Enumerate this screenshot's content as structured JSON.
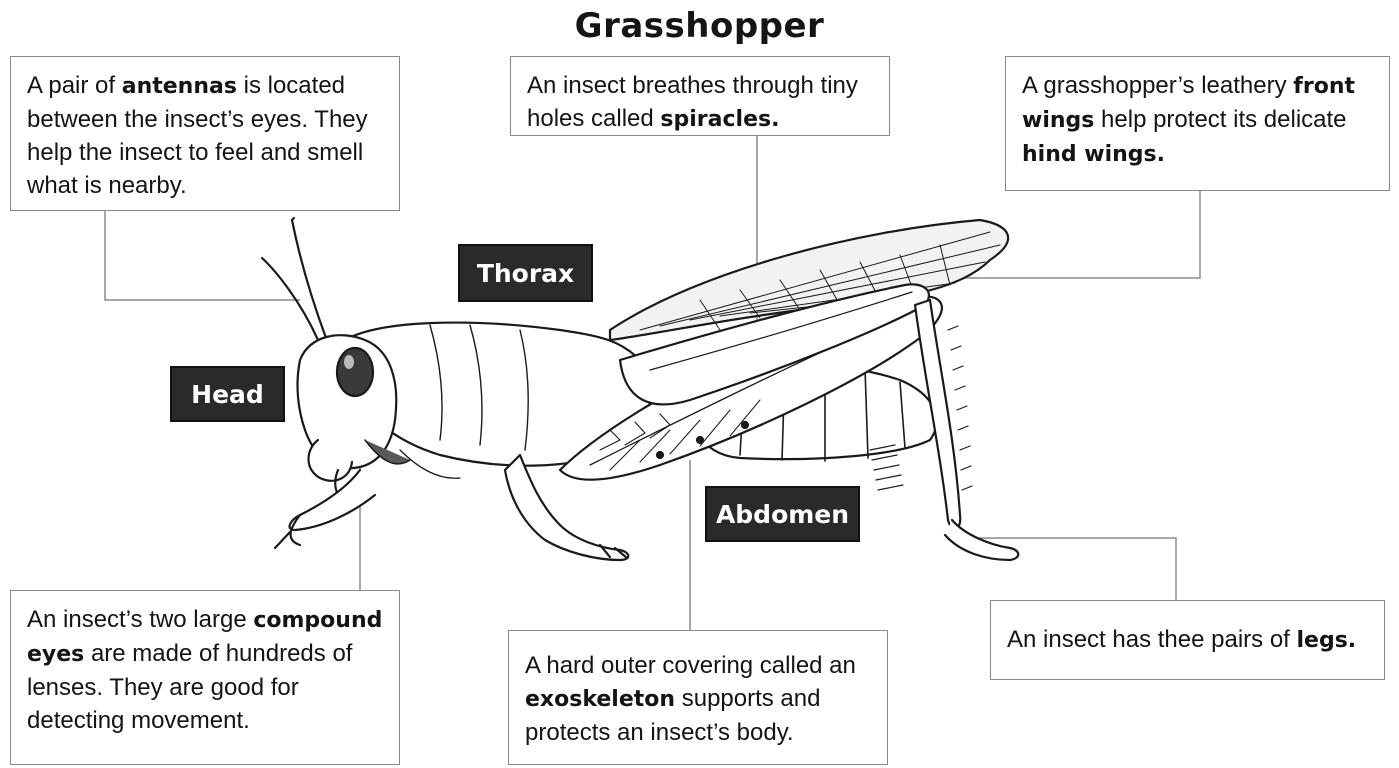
{
  "title": "Grasshopper",
  "labels": {
    "head": "Head",
    "thorax": "Thorax",
    "abdomen": "Abdomen"
  },
  "callouts": {
    "antennas": {
      "pre": "A pair of ",
      "key": "antennas",
      "post": " is located between the insect’s eyes. They help the insect to feel and smell what is nearby."
    },
    "spiracles": {
      "pre": "An insect breathes through tiny holes called ",
      "key": "spiracles.",
      "post": ""
    },
    "wings": {
      "pre": "A grasshopper’s leathery ",
      "key": "front wings",
      "mid": " help protect its delicate ",
      "key2": "hind wings.",
      "post": ""
    },
    "eyes": {
      "pre": "An insect’s two large ",
      "key": "compound eyes",
      "post": " are made of hundreds of lenses. They are good for detecting movement."
    },
    "exoskeleton": {
      "pre": "A hard outer covering called an ",
      "key": "exoskeleton",
      "post": " supports and protects an insect’s body."
    },
    "legs": {
      "pre": "An insect has thee pairs of ",
      "key": "legs.",
      "post": ""
    }
  },
  "colors": {
    "line": "#8a8a8a",
    "ink": "#1a1a1a",
    "tag_bg": "#2a2a2a"
  },
  "illustration": "grasshopper-line-drawing"
}
